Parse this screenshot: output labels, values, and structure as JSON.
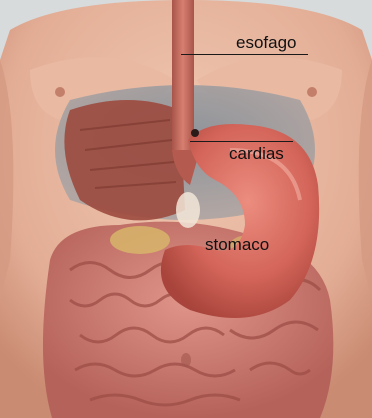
{
  "labels": {
    "esofago": "esofago",
    "cardias": "cardias",
    "stomaco": "stomaco"
  },
  "colors": {
    "background": "#d7dbdc",
    "skin": "#e8b6a0",
    "stomach": "#d9695c",
    "intestine": "#c9786f",
    "muscle": "#9c4a3e",
    "label_text": "#111111"
  }
}
